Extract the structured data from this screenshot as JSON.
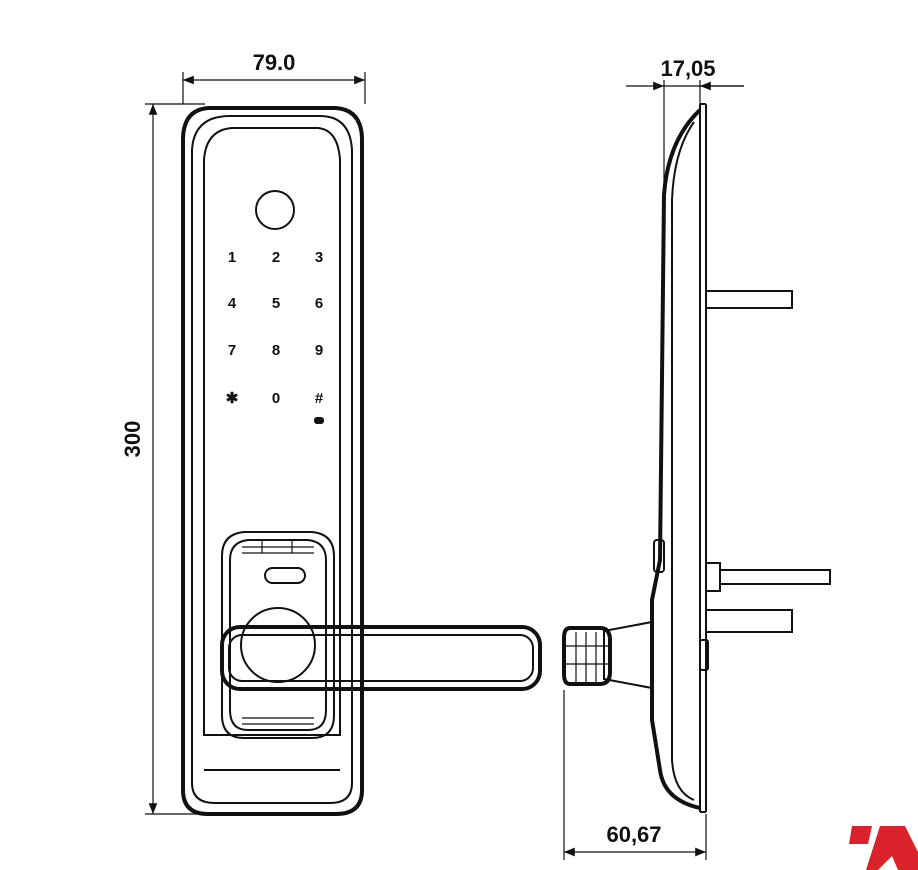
{
  "dimensions": {
    "front_width": "79.0",
    "front_height": "300",
    "side_depth": "17,05",
    "lever_depth": "60,67"
  },
  "keypad": [
    "1",
    "2",
    "3",
    "4",
    "5",
    "6",
    "7",
    "8",
    "9",
    "✱",
    "0",
    "#"
  ],
  "colors": {
    "line": "#111111",
    "background": "#ffffff",
    "brand_red": "#d9222a"
  }
}
